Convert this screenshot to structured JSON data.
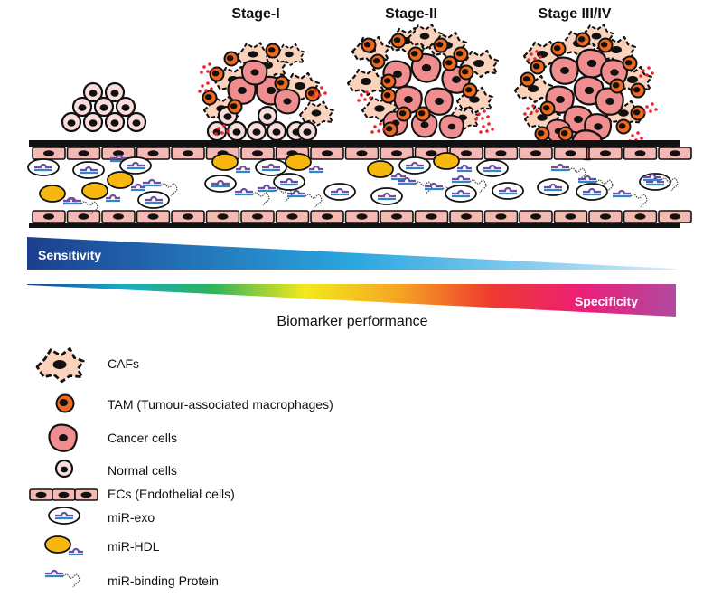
{
  "stages": [
    {
      "label": "Stage-I"
    },
    {
      "label": "Stage-II"
    },
    {
      "label": "Stage III/IV"
    }
  ],
  "bars": {
    "sensitivity": {
      "label": "Sensitivity",
      "colors": [
        "#1b3f8f",
        "#2aa6df",
        "#d2ecfa"
      ]
    },
    "specificity": {
      "label": "Specificity",
      "colors": [
        "#1b3f8f",
        "#1aa9c8",
        "#2fb25a",
        "#f4e91a",
        "#f5a623",
        "#ee3b2e",
        "#ec1e79",
        "#b04aa0"
      ]
    },
    "caption": "Biomarker performance"
  },
  "legend": [
    {
      "icon": "caf-icon",
      "label": "CAFs"
    },
    {
      "icon": "tam-icon",
      "label": "TAM (Tumour-associated macrophages)"
    },
    {
      "icon": "cancer-cell-icon",
      "label": "Cancer cells"
    },
    {
      "icon": "normal-cell-icon",
      "label": "Normal cells"
    },
    {
      "icon": "endothelial-cell-icon",
      "label": "ECs (Endothelial cells)"
    },
    {
      "icon": "mir-exo-icon",
      "label": "miR-exo"
    },
    {
      "icon": "mir-hdl-icon",
      "label": "miR-HDL"
    },
    {
      "icon": "mir-binding-protein-icon",
      "label": "miR-binding Protein"
    }
  ],
  "colors": {
    "endothelial": "#f4b9b5",
    "normal": "#f9dcdc",
    "caf": "#fbd3bc",
    "cancer": "#ef8d8f",
    "tam": "#ef6a1f",
    "hdl": "#f6b80f",
    "exo_top": "#6d4ea0",
    "exo_bottom": "#2f86c8"
  }
}
